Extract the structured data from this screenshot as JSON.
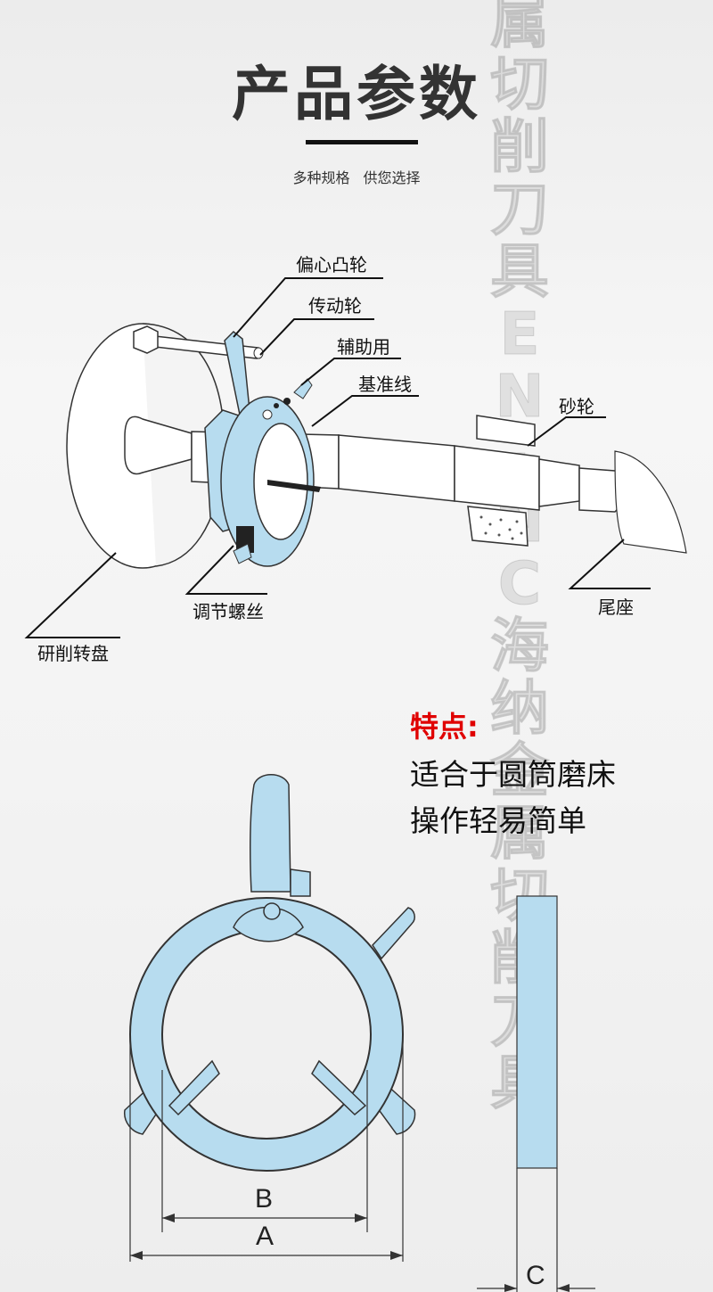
{
  "header": {
    "title": "产品参数",
    "subtitle": "多种规格 供您选择"
  },
  "diagram_labels": {
    "eccentric_cam": "偏心凸轮",
    "drive_wheel": "传动轮",
    "auxiliary": "辅助用",
    "reference_line": "基准线",
    "grinding_wheel": "砂轮",
    "adjust_screw": "调节螺丝",
    "tailstock": "尾座",
    "lapping_turntable": "研削转盘"
  },
  "features": {
    "title": "特点:",
    "line1": "适合于圆筒磨床",
    "line2": "操作轻易简单"
  },
  "dimensions": {
    "b": "B",
    "a": "A",
    "c": "C"
  },
  "watermark": "属切削刀具 EN·NC 海纳金属切削刀具",
  "colors": {
    "part_fill": "#b7dcef",
    "accent_red": "#e00000"
  }
}
